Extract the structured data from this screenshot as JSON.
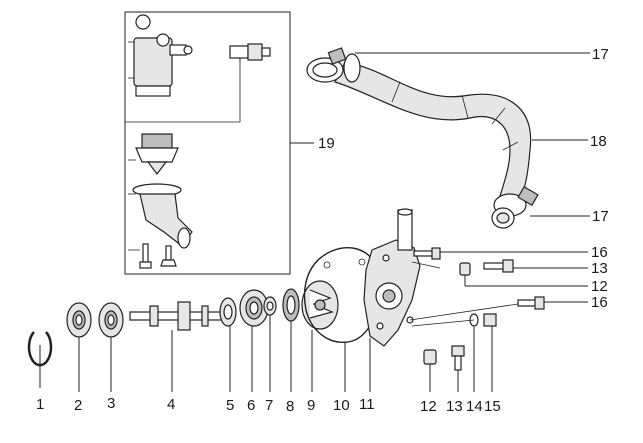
{
  "labels": {
    "p1": "1",
    "p2": "2",
    "p3": "3",
    "p4": "4",
    "p5": "5",
    "p6": "6",
    "p7": "7",
    "p8": "8",
    "p9": "9",
    "p10": "10",
    "p11": "11",
    "p12a": "12",
    "p13a": "13",
    "p14": "14",
    "p15": "15",
    "p16a": "16",
    "p16b": "16",
    "p12b": "12",
    "p13b": "13",
    "p17a": "17",
    "p17b": "17",
    "p18": "18",
    "p19": "19"
  }
}
